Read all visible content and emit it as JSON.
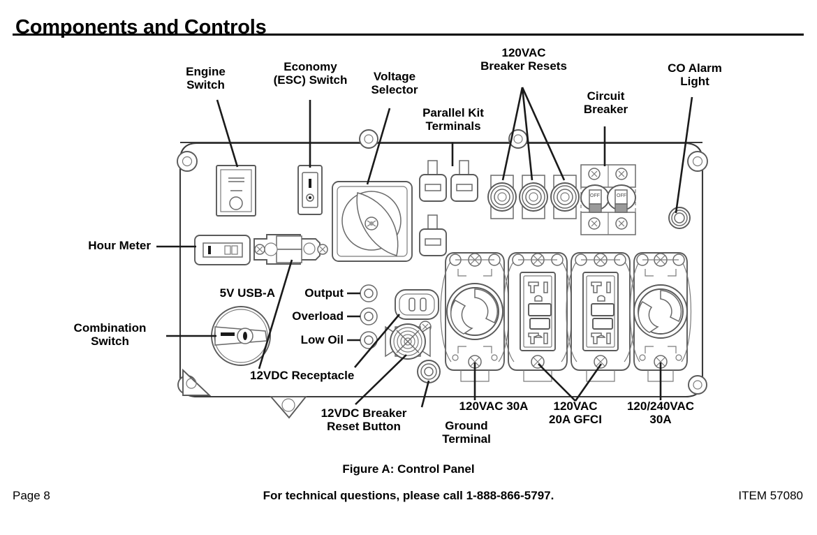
{
  "document": {
    "title": "Components and Controls",
    "figure_caption": "Figure A:  Control Panel",
    "footer": {
      "page": "Page 8",
      "technical_questions": "For technical questions, please call 1-888-866-5797.",
      "item_number": "ITEM 57080"
    }
  },
  "callouts": {
    "engine_switch": "Engine\nSwitch",
    "economy_switch": "Economy\n(ESC) Switch",
    "voltage_selector": "Voltage\nSelector",
    "parallel_kit_terminals": "Parallel Kit\nTerminals",
    "breaker_resets": "120VAC\nBreaker Resets",
    "circuit_breaker": "Circuit\nBreaker",
    "co_alarm_light": "CO Alarm\nLight",
    "hour_meter": "Hour Meter",
    "usb_a": "5V USB-A",
    "combination_switch": "Combination\nSwitch",
    "output": "Output",
    "overload": "Overload",
    "low_oil": "Low Oil",
    "receptacle_12vdc": "12VDC Receptacle",
    "breaker_reset_button_12vdc": "12VDC Breaker\nReset Button",
    "ground_terminal": "Ground\nTerminal",
    "outlet_120vac_30a": "120VAC 30A",
    "outlet_120vac_20a_gfci": "120VAC\n20A GFCI",
    "outlet_120_240vac_30a": "120/240VAC\n30A"
  },
  "panel_markings": {
    "breaker_off_left": "OFF",
    "breaker_off_right": "OFF"
  },
  "colors": {
    "ink": "#1a1a1a",
    "line_light": "#6f6f6f",
    "line_mid": "#4a4a4a",
    "paper": "#ffffff"
  }
}
